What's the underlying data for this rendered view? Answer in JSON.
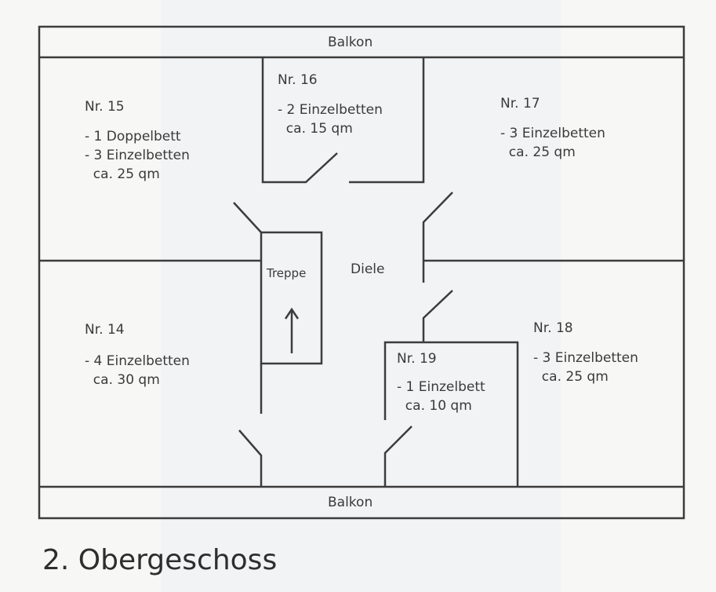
{
  "balcony_top": "Balkon",
  "balcony_bottom": "Balkon",
  "stairs": "Treppe",
  "hall": "Diele",
  "rooms": [
    {
      "nr": "Nr. 15",
      "lines": [
        "- 1 Doppelbett",
        "- 3 Einzelbetten",
        "  ca. 25 qm"
      ]
    },
    {
      "nr": "Nr. 16",
      "lines": [
        "- 2 Einzelbetten",
        "  ca. 15 qm"
      ]
    },
    {
      "nr": "Nr. 17",
      "lines": [
        "- 3 Einzelbetten",
        "  ca. 25 qm"
      ]
    },
    {
      "nr": "Nr. 14",
      "lines": [
        "- 4 Einzelbetten",
        "  ca. 30 qm"
      ]
    },
    {
      "nr": "Nr. 19",
      "lines": [
        "- 1 Einzelbett",
        "  ca. 10 qm"
      ]
    },
    {
      "nr": "Nr. 18",
      "lines": [
        "- 3 Einzelbetten",
        "  ca. 25 qm"
      ]
    }
  ],
  "title": "2. Obergeschoss"
}
